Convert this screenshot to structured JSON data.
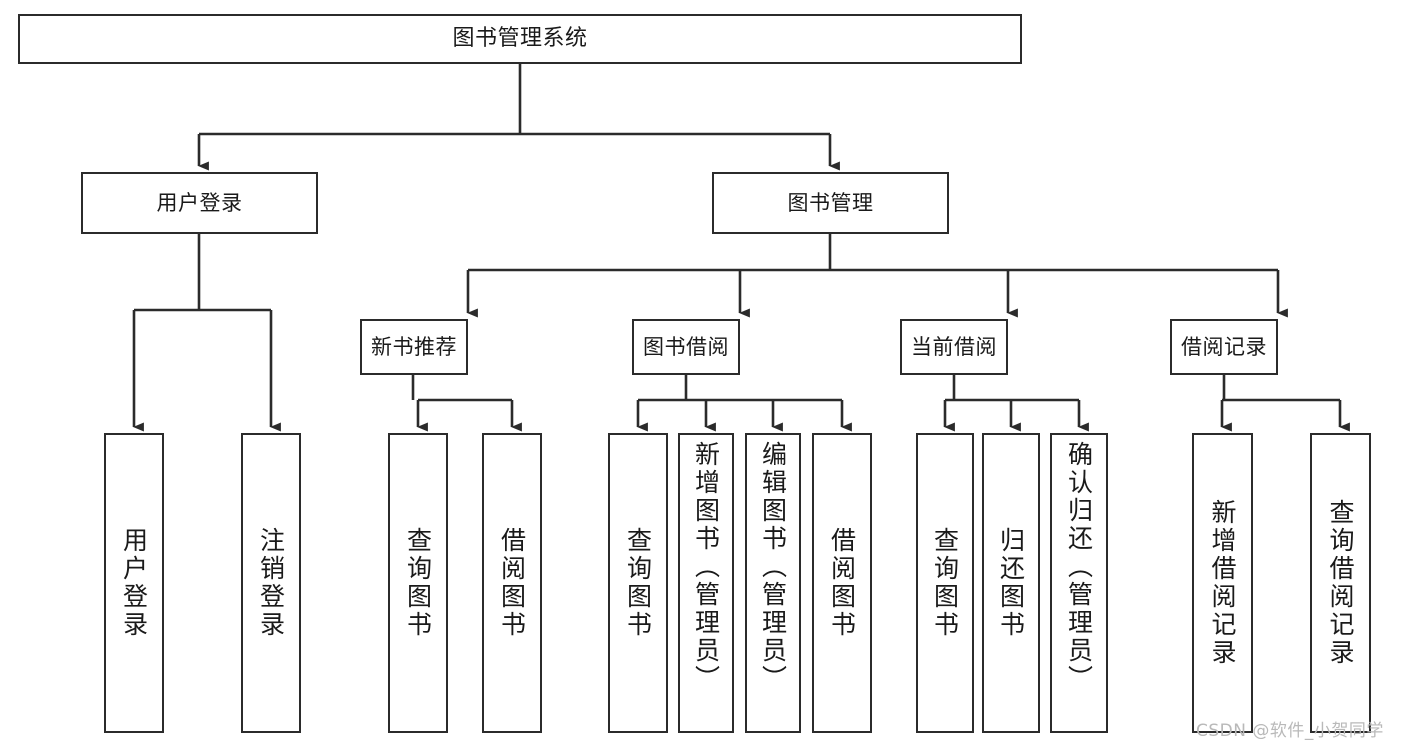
{
  "diagram": {
    "type": "tree-hierarchy",
    "title": "图书管理系统",
    "root": {
      "label": "图书管理系统"
    },
    "level1": [
      {
        "id": "user-login",
        "label": "用户登录"
      },
      {
        "id": "book-management",
        "label": "图书管理"
      }
    ],
    "level2": [
      {
        "id": "new-book-recommend",
        "label": "新书推荐",
        "parent": "book-management"
      },
      {
        "id": "book-borrow",
        "label": "图书借阅",
        "parent": "book-management"
      },
      {
        "id": "current-borrow",
        "label": "当前借阅",
        "parent": "book-management"
      },
      {
        "id": "borrow-record",
        "label": "借阅记录",
        "parent": "book-management"
      }
    ],
    "leaves": [
      {
        "id": "leaf-user-login",
        "label": "用户登录",
        "parent": "user-login"
      },
      {
        "id": "leaf-logout-login",
        "label": "注销登录",
        "parent": "user-login"
      },
      {
        "id": "leaf-query-book-1",
        "label": "查询图书",
        "parent": "new-book-recommend"
      },
      {
        "id": "leaf-borrow-book-1",
        "label": "借阅图书",
        "parent": "new-book-recommend"
      },
      {
        "id": "leaf-query-book-2",
        "label": "查询图书",
        "parent": "book-borrow"
      },
      {
        "id": "leaf-add-book",
        "label": "新增图书（管理员）",
        "parent": "book-borrow"
      },
      {
        "id": "leaf-edit-book",
        "label": "编辑图书（管理员）",
        "parent": "book-borrow"
      },
      {
        "id": "leaf-borrow-book-2",
        "label": "借阅图书",
        "parent": "book-borrow"
      },
      {
        "id": "leaf-query-book-3",
        "label": "查询图书",
        "parent": "current-borrow"
      },
      {
        "id": "leaf-return-book",
        "label": "归还图书",
        "parent": "current-borrow"
      },
      {
        "id": "leaf-confirm-return",
        "label": "确认归还（管理员）",
        "parent": "current-borrow"
      },
      {
        "id": "leaf-add-record",
        "label": "新增借阅记录",
        "parent": "borrow-record"
      },
      {
        "id": "leaf-query-record",
        "label": "查询借阅记录",
        "parent": "borrow-record"
      }
    ],
    "colors": {
      "box_border": "#2b2b2b",
      "box_fill": "#ffffff",
      "connector": "#2b2b2b",
      "text": "#1a1a1a",
      "watermark": "#b9b9b9",
      "background": "#ffffff"
    }
  },
  "watermark": {
    "text": "CSDN @软件_小贺同学"
  }
}
